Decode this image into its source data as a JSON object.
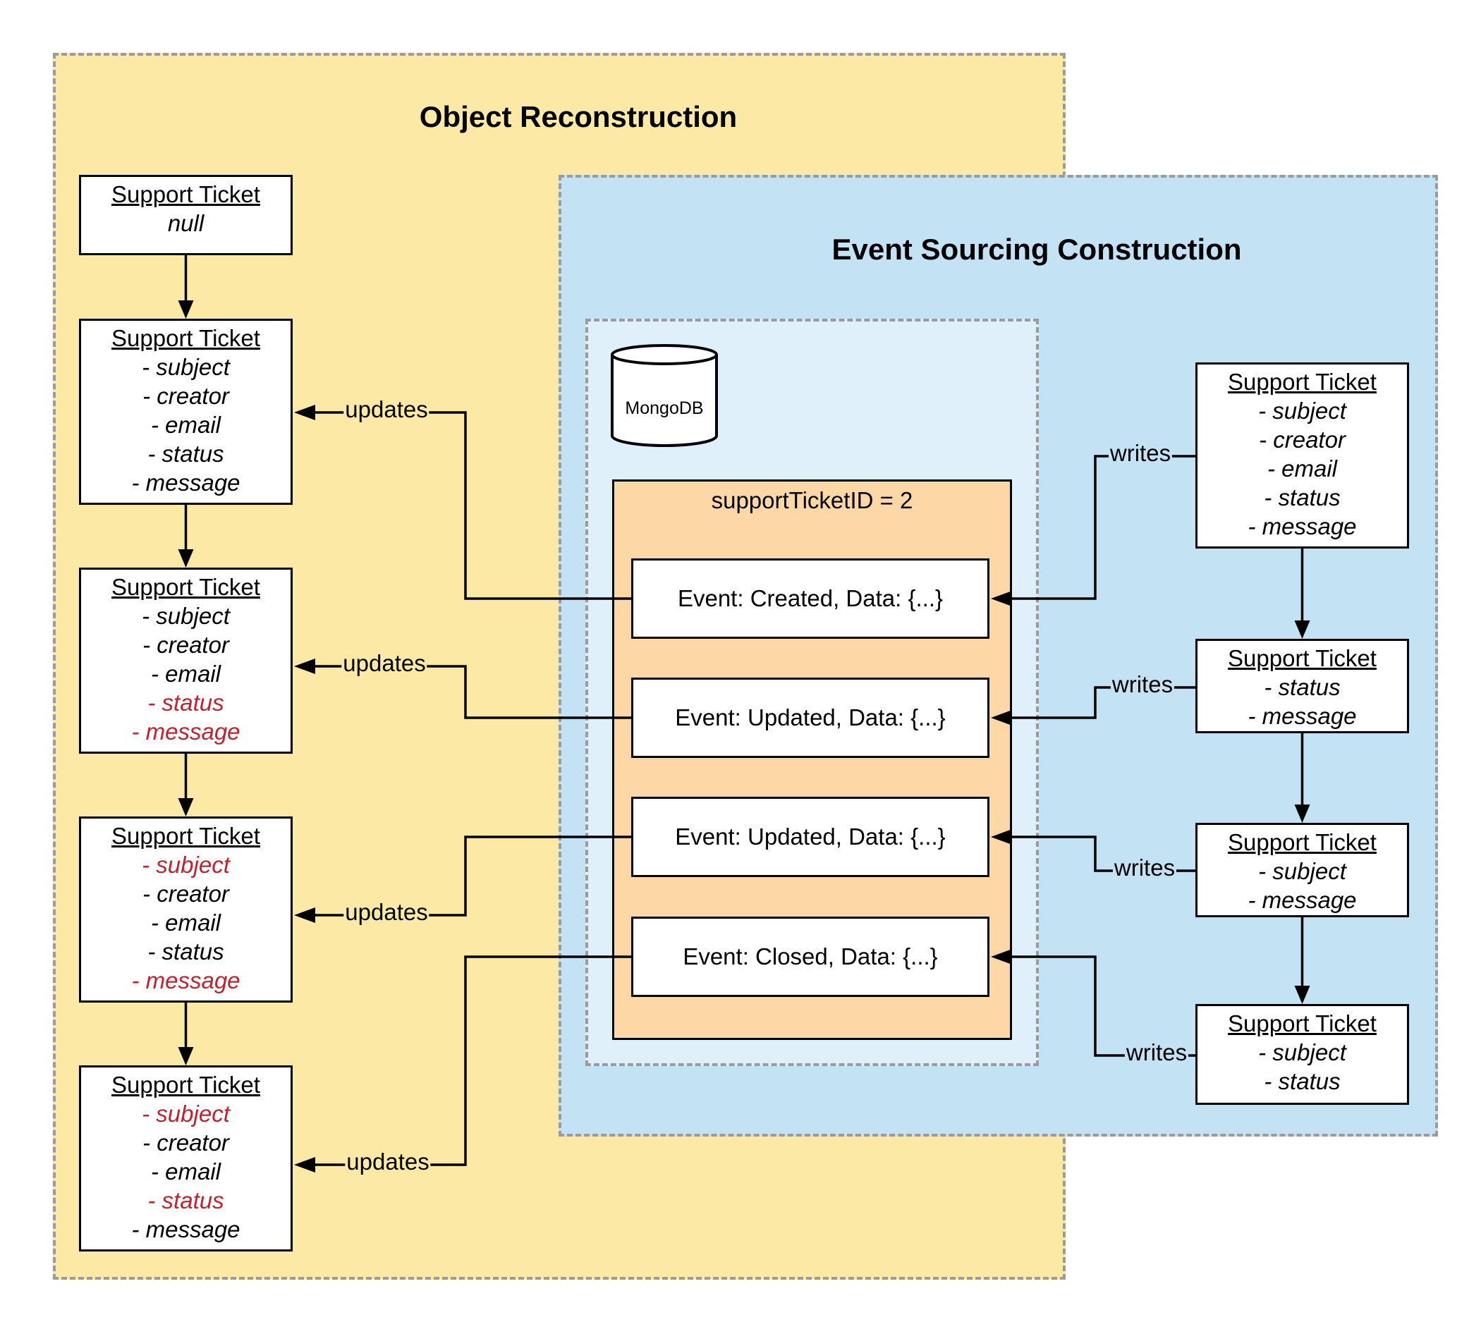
{
  "titles": {
    "object_reconstruction": "Object Reconstruction",
    "event_sourcing": "Event Sourcing Construction"
  },
  "database": {
    "label": "MongoDB",
    "icon": "database-cylinder-icon"
  },
  "collection": {
    "label": "supportTicketID = 2"
  },
  "events": [
    {
      "label": "Event: Created, Data: {...}"
    },
    {
      "label": "Event: Updated, Data: {...}"
    },
    {
      "label": "Event: Updated, Data: {...}"
    },
    {
      "label": "Event: Closed, Data: {...}"
    }
  ],
  "left_tickets": [
    {
      "title": "Support Ticket",
      "fields": [
        {
          "text": "null",
          "changed": false
        }
      ]
    },
    {
      "title": "Support Ticket",
      "fields": [
        {
          "text": "- subject",
          "changed": false
        },
        {
          "text": "- creator",
          "changed": false
        },
        {
          "text": "- email",
          "changed": false
        },
        {
          "text": "- status",
          "changed": false
        },
        {
          "text": "- message",
          "changed": false
        }
      ]
    },
    {
      "title": "Support Ticket",
      "fields": [
        {
          "text": "- subject",
          "changed": false
        },
        {
          "text": "- creator",
          "changed": false
        },
        {
          "text": "- email",
          "changed": false
        },
        {
          "text": "- status",
          "changed": true
        },
        {
          "text": "- message",
          "changed": true
        }
      ]
    },
    {
      "title": "Support Ticket",
      "fields": [
        {
          "text": "- subject",
          "changed": true
        },
        {
          "text": "- creator",
          "changed": false
        },
        {
          "text": "- email",
          "changed": false
        },
        {
          "text": "- status",
          "changed": false
        },
        {
          "text": "- message",
          "changed": true
        }
      ]
    },
    {
      "title": "Support Ticket",
      "fields": [
        {
          "text": "- subject",
          "changed": true
        },
        {
          "text": "- creator",
          "changed": false
        },
        {
          "text": "- email",
          "changed": false
        },
        {
          "text": "- status",
          "changed": true
        },
        {
          "text": "- message",
          "changed": false
        }
      ]
    }
  ],
  "right_tickets": [
    {
      "title": "Support Ticket",
      "fields": [
        {
          "text": "- subject",
          "changed": false
        },
        {
          "text": "- creator",
          "changed": false
        },
        {
          "text": "- email",
          "changed": false
        },
        {
          "text": "- status",
          "changed": false
        },
        {
          "text": "- message",
          "changed": false
        }
      ]
    },
    {
      "title": "Support Ticket",
      "fields": [
        {
          "text": "- status",
          "changed": false
        },
        {
          "text": "- message",
          "changed": false
        }
      ]
    },
    {
      "title": "Support Ticket",
      "fields": [
        {
          "text": "- subject",
          "changed": false
        },
        {
          "text": "- message",
          "changed": false
        }
      ]
    },
    {
      "title": "Support Ticket",
      "fields": [
        {
          "text": "- subject",
          "changed": false
        },
        {
          "text": "- status",
          "changed": false
        }
      ]
    }
  ],
  "connector_labels": {
    "updates": [
      "updates",
      "updates",
      "updates",
      "updates"
    ],
    "writes": [
      "writes",
      "writes",
      "writes",
      "writes"
    ]
  },
  "colors": {
    "object_region": "#fde9a6",
    "event_region": "#c3e3f5",
    "mongo_region": "#dff0fb",
    "collection_fill": "#fdd8a6",
    "changed_field": "#c0232f",
    "region_border": "#9b9b9b"
  }
}
